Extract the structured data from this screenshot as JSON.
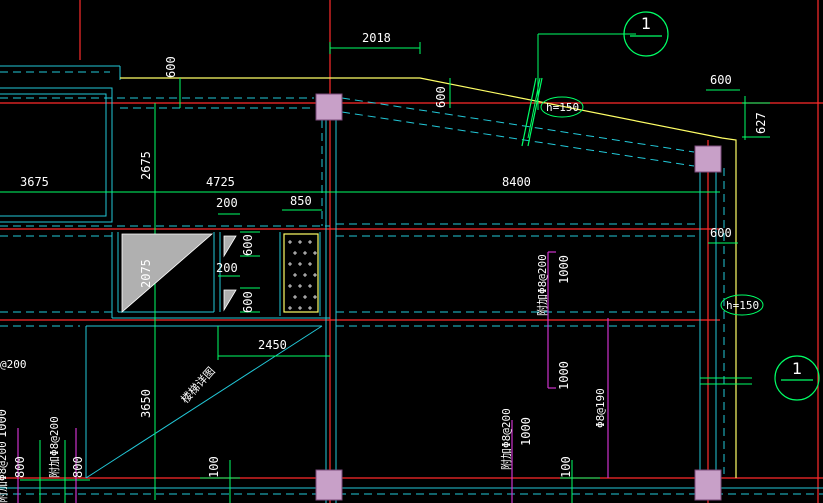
{
  "colors": {
    "background": "#000000",
    "wall": "#ff2b2b",
    "beam": "#22c8d8",
    "dimension": "#00ff66",
    "rebar": "#cc33cc",
    "edge": "#ffff66",
    "column": "#c8a0c8",
    "text": "#ffffff"
  },
  "dimensions": {
    "d2018": "2018",
    "d600_top_left": "600",
    "d600_mid": "600",
    "d600_top_right": "600",
    "d627": "627",
    "d3675": "3675",
    "d2675": "2675",
    "d4725": "4725",
    "d8400": "8400",
    "d200_a": "200",
    "d850": "850",
    "d600_right": "600",
    "d2075": "2075",
    "d200_b": "200",
    "d600_c": "600",
    "d600_d": "600",
    "d2450": "2450",
    "d3650": "3650",
    "d1000_a": "1000",
    "d1000_b": "1000",
    "d1000_c": "1000",
    "d100_a": "100",
    "d100_b": "100",
    "d800_a": "800",
    "d800_b": "800",
    "d1000_d": "1000"
  },
  "annotations": {
    "h150_top": "h=150",
    "h150_right": "h=150",
    "axis_top": "1",
    "axis_right": "1",
    "rebar_left": "@200",
    "rebar_a": "附加Φ8@200",
    "rebar_b": "Φ8@190",
    "rebar_c": "附加Φ8@200",
    "rebar_d": "附加Φ8@200",
    "rebar_e": "附加Φ8@200",
    "stair_label": "楼梯详图"
  }
}
